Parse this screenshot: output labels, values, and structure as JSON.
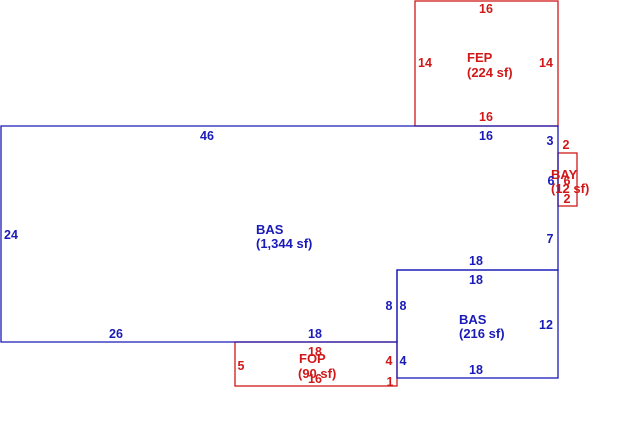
{
  "colors": {
    "main_living_area": "#1a1ab8",
    "porch_and_bay": "#d01818",
    "background": "#ffffff"
  },
  "areas": {
    "bas_main": {
      "code": "BAS",
      "size": "(1,344 sf)"
    },
    "bas_lower": {
      "code": "BAS",
      "size": "(216 sf)"
    },
    "fep": {
      "code": "FEP",
      "size": "(224 sf)"
    },
    "fop": {
      "code": "FOP",
      "size": "(90 sf)"
    },
    "bay": {
      "code": "BAY",
      "size": "(12 sf)"
    }
  },
  "dimensions": {
    "bas_main_top": "46",
    "bas_main_left": "24",
    "bas_main_bottom": "26",
    "bas_main_bottom_right": "18",
    "bas_main_top_right": "16",
    "bas_main_right_upper": "3",
    "bas_main_right_bay": "6",
    "bas_main_right_lower": "7",
    "bas_main_notch_top": "18",
    "bas_main_notch_left": "8",
    "bas_lower_top": "18",
    "bas_lower_left_upper": "8",
    "bas_lower_right": "12",
    "bas_lower_left_lower": "4",
    "bas_lower_bottom": "18",
    "fep_top": "16",
    "fep_left": "14",
    "fep_right": "14",
    "fep_bottom": "16",
    "fop_top": "18",
    "fop_left": "5",
    "fop_right": "4",
    "fop_bottom": "16",
    "fop_bottom_right": "1",
    "bay_top": "2",
    "bay_side": "6",
    "bay_bottom": "2"
  }
}
